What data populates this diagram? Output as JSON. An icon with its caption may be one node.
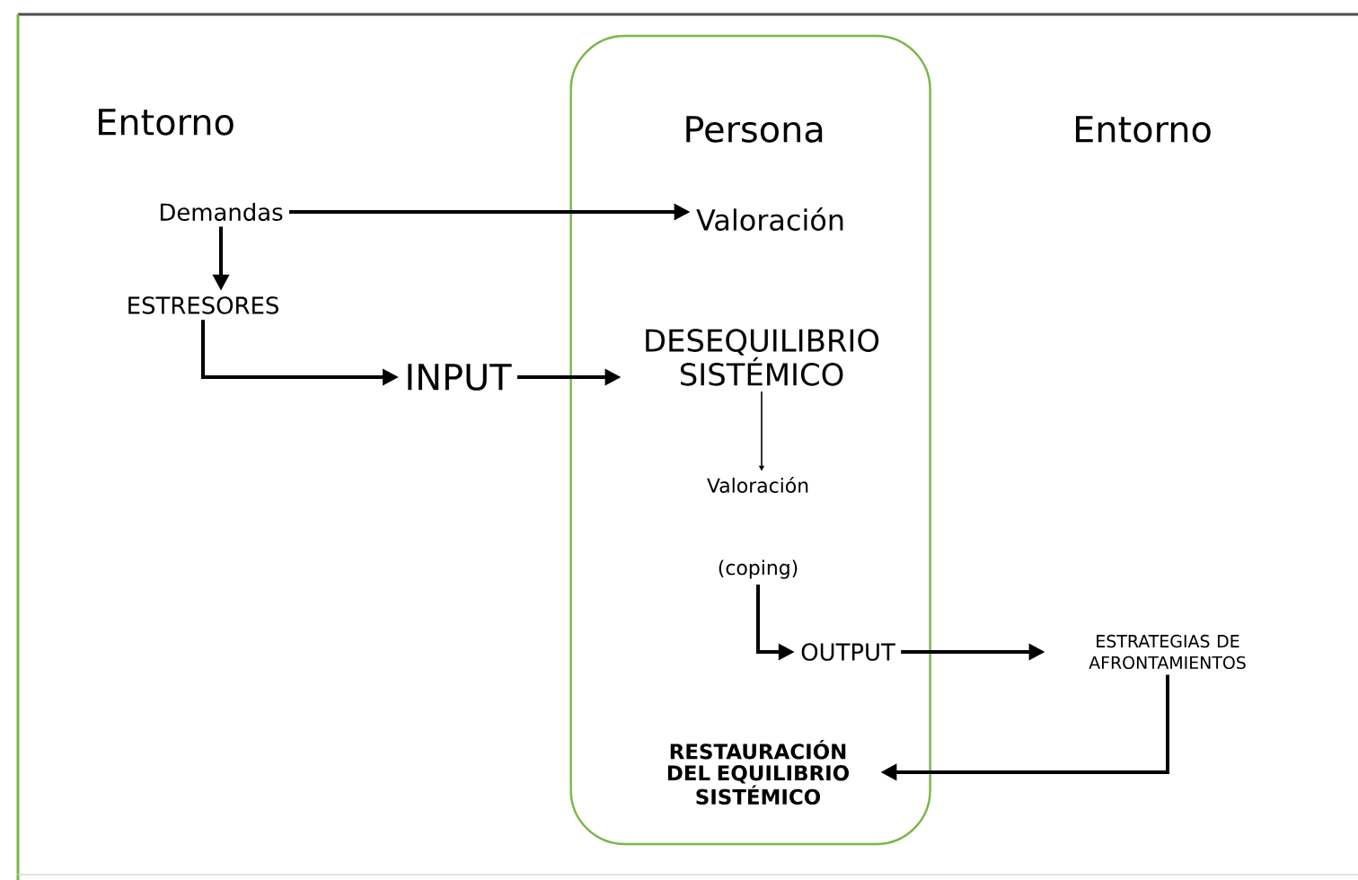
{
  "diagram": {
    "nodes": [
      {
        "text": [
          "Persona"
        ]
      },
      {
        "text": [
          "Demandas"
        ]
      },
      {
        "text": [
          "Valoración"
        ],
        "in": 0
      },
      {
        "text": [
          "ESTRESORES"
        ]
      },
      {
        "text": [
          "INPUT"
        ]
      },
      {
        "text": [
          "DESEQUILIBRIO SISTÉMICO"
        ],
        "in": 0
      },
      {
        "text": [
          "Valoración"
        ],
        "in": 0
      },
      {
        "text": [
          "(coping)"
        ],
        "in": 0
      },
      {
        "text": [
          "OUTPUT"
        ],
        "in": 0
      },
      {
        "text": [
          "ESTRATEGIAS DE AFRONTAMIENTOS"
        ]
      },
      {
        "text": [
          "RESTAURACIÓN DEL EQUILIBRIO SISTÉMICO"
        ],
        "in": 0
      }
    ],
    "edges": [
      {
        "from": 1,
        "to": 2,
        "arrow": "to"
      },
      {
        "from": 1,
        "to": 3,
        "arrow": "to"
      },
      {
        "from": 3,
        "to": 4,
        "arrow": "to"
      },
      {
        "from": 4,
        "to": 5,
        "arrow": "to"
      },
      {
        "from": 5,
        "to": 6,
        "arrow": "to"
      },
      {
        "from": 7,
        "to": 8,
        "arrow": "to"
      },
      {
        "from": 8,
        "to": 9,
        "arrow": "to"
      },
      {
        "from": 9,
        "to": 10,
        "arrow": "to"
      }
    ],
    "labels": [
      "Entorno",
      "Entorno"
    ]
  }
}
